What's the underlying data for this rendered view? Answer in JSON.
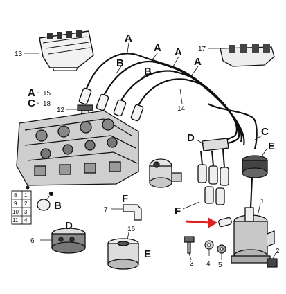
{
  "diagram": {
    "labels": {
      "A1": "A",
      "A2": "A",
      "A3": "A",
      "A4": "A",
      "B1": "B",
      "B2": "B",
      "B3": "B",
      "C1": "C",
      "D1": "D",
      "D2": "D",
      "E1": "E",
      "E2": "E",
      "F1": "F",
      "F2": "F"
    },
    "legend": [
      {
        "letter": "A",
        "dash": "-",
        "number": "15"
      },
      {
        "letter": "C",
        "dash": "-",
        "number": "18"
      }
    ],
    "part_numbers": {
      "p1": "1",
      "p2": "2",
      "p3": "3",
      "p4": "4",
      "p5": "5",
      "p6": "6",
      "p7": "7",
      "p12": "12",
      "p13": "13",
      "p14": "14",
      "p16": "16",
      "p17": "17"
    },
    "grid_table": [
      [
        "8",
        "1"
      ],
      [
        "9",
        "2"
      ],
      [
        "10",
        "3"
      ],
      [
        "11",
        "4"
      ]
    ],
    "highlight_arrow_color": "#e41e20"
  }
}
